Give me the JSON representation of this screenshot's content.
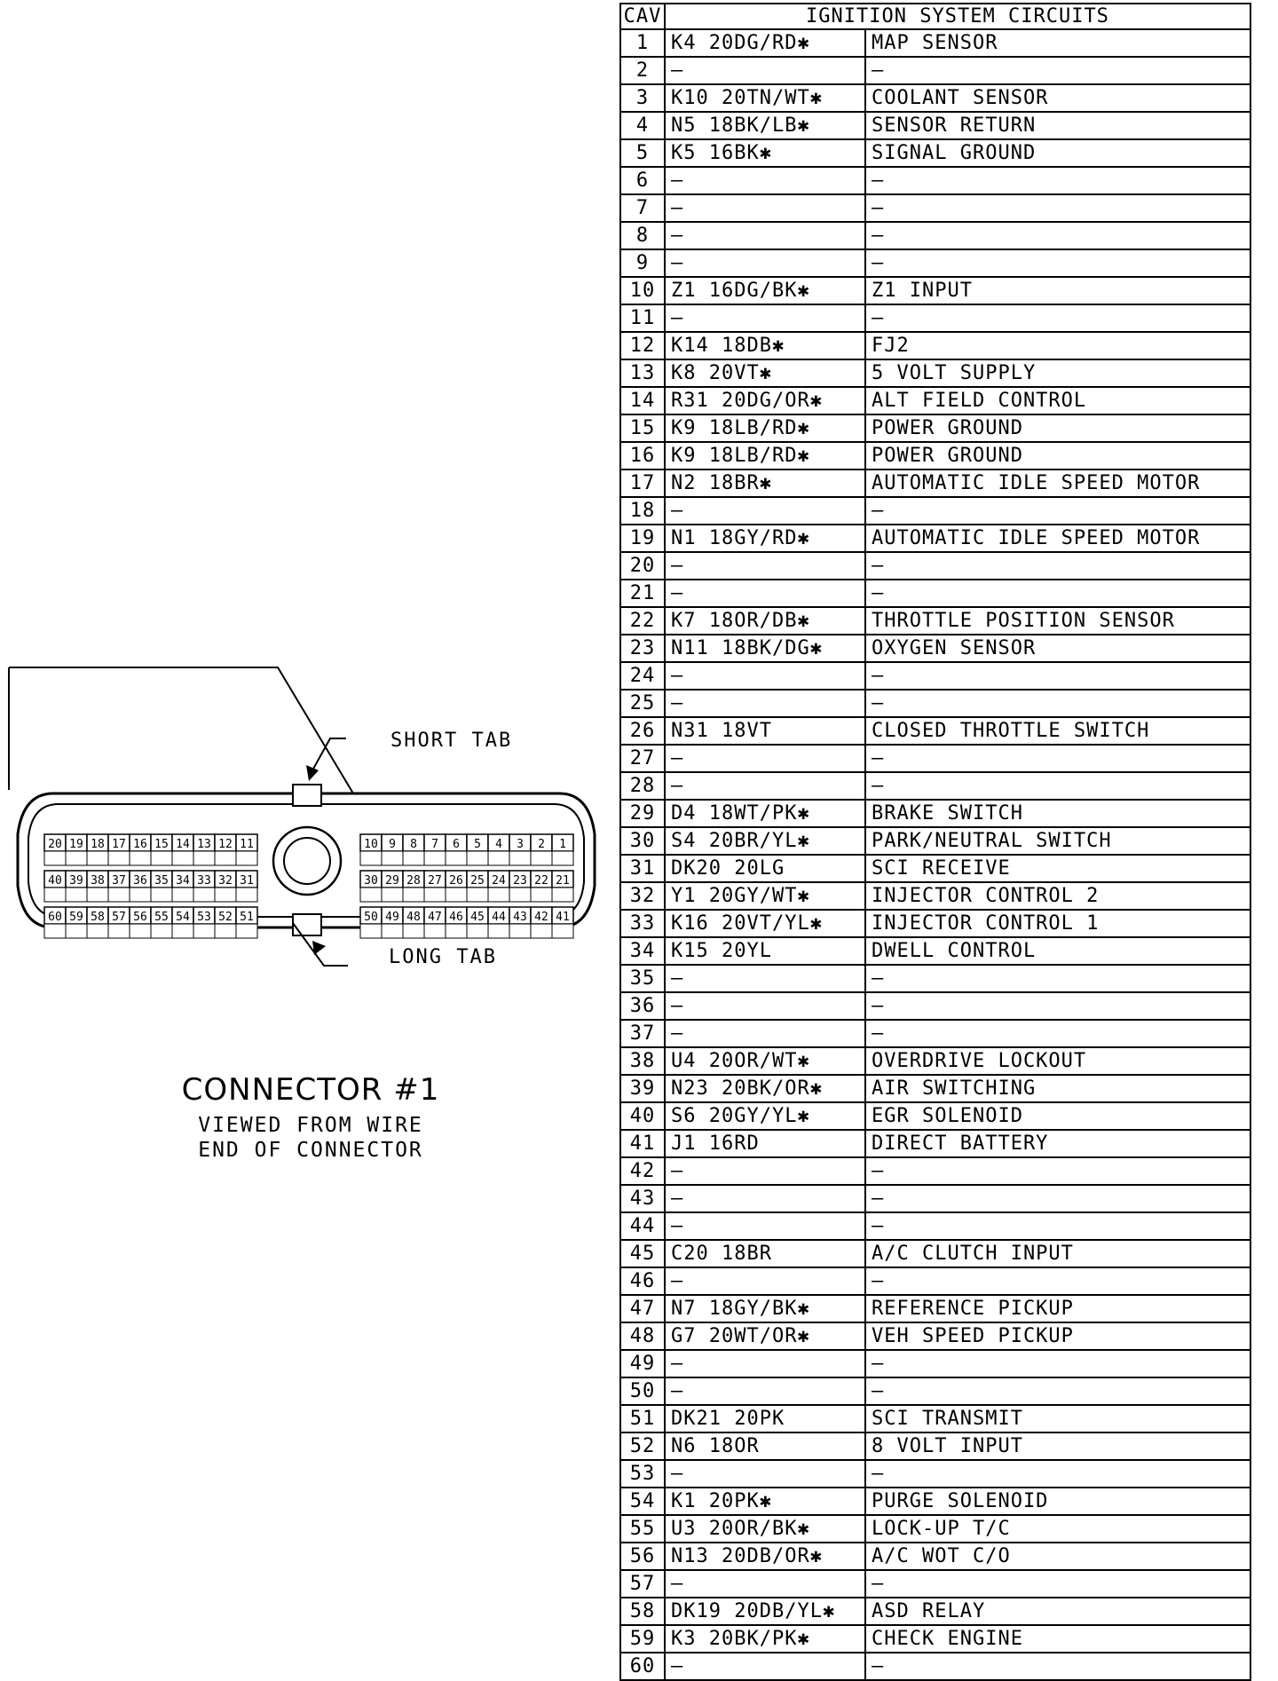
{
  "table": {
    "header_cav": "CAV",
    "header_title": "IGNITION SYSTEM CIRCUITS",
    "rows": [
      {
        "cav": "1",
        "wire": "K4 20DG/RD✱",
        "desc": "MAP SENSOR"
      },
      {
        "cav": "2",
        "wire": "—",
        "desc": "—"
      },
      {
        "cav": "3",
        "wire": "K10 20TN/WT✱",
        "desc": "COOLANT SENSOR"
      },
      {
        "cav": "4",
        "wire": "N5 18BK/LB✱",
        "desc": "SENSOR RETURN"
      },
      {
        "cav": "5",
        "wire": "K5 16BK✱",
        "desc": "SIGNAL GROUND"
      },
      {
        "cav": "6",
        "wire": "—",
        "desc": "—"
      },
      {
        "cav": "7",
        "wire": "—",
        "desc": "—"
      },
      {
        "cav": "8",
        "wire": "—",
        "desc": "—"
      },
      {
        "cav": "9",
        "wire": "—",
        "desc": "—"
      },
      {
        "cav": "10",
        "wire": "Z1 16DG/BK✱",
        "desc": "Z1 INPUT"
      },
      {
        "cav": "11",
        "wire": "—",
        "desc": "—"
      },
      {
        "cav": "12",
        "wire": "K14 18DB✱",
        "desc": "FJ2"
      },
      {
        "cav": "13",
        "wire": "K8 20VT✱",
        "desc": "5 VOLT SUPPLY"
      },
      {
        "cav": "14",
        "wire": "R31 20DG/OR✱",
        "desc": "ALT FIELD CONTROL"
      },
      {
        "cav": "15",
        "wire": "K9 18LB/RD✱",
        "desc": "POWER GROUND"
      },
      {
        "cav": "16",
        "wire": "K9 18LB/RD✱",
        "desc": "POWER GROUND"
      },
      {
        "cav": "17",
        "wire": "N2 18BR✱",
        "desc": "AUTOMATIC IDLE SPEED MOTOR"
      },
      {
        "cav": "18",
        "wire": "—",
        "desc": "—"
      },
      {
        "cav": "19",
        "wire": "N1 18GY/RD✱",
        "desc": "AUTOMATIC IDLE SPEED MOTOR"
      },
      {
        "cav": "20",
        "wire": "—",
        "desc": "—"
      },
      {
        "cav": "21",
        "wire": "—",
        "desc": "—"
      },
      {
        "cav": "22",
        "wire": "K7 18OR/DB✱",
        "desc": "THROTTLE POSITION SENSOR"
      },
      {
        "cav": "23",
        "wire": "N11 18BK/DG✱",
        "desc": "OXYGEN SENSOR"
      },
      {
        "cav": "24",
        "wire": "—",
        "desc": "—"
      },
      {
        "cav": "25",
        "wire": "—",
        "desc": "—"
      },
      {
        "cav": "26",
        "wire": "N31 18VT",
        "desc": "CLOSED THROTTLE SWITCH"
      },
      {
        "cav": "27",
        "wire": "—",
        "desc": "—"
      },
      {
        "cav": "28",
        "wire": "—",
        "desc": "—"
      },
      {
        "cav": "29",
        "wire": "D4 18WT/PK✱",
        "desc": "BRAKE SWITCH"
      },
      {
        "cav": "30",
        "wire": "S4 20BR/YL✱",
        "desc": "PARK/NEUTRAL SWITCH"
      },
      {
        "cav": "31",
        "wire": "DK20 20LG",
        "desc": "SCI RECEIVE"
      },
      {
        "cav": "32",
        "wire": "Y1 20GY/WT✱",
        "desc": "INJECTOR CONTROL 2"
      },
      {
        "cav": "33",
        "wire": "K16 20VT/YL✱",
        "desc": "INJECTOR CONTROL 1"
      },
      {
        "cav": "34",
        "wire": "K15 20YL",
        "desc": "DWELL CONTROL"
      },
      {
        "cav": "35",
        "wire": "—",
        "desc": "—"
      },
      {
        "cav": "36",
        "wire": "—",
        "desc": "—"
      },
      {
        "cav": "37",
        "wire": "—",
        "desc": "—"
      },
      {
        "cav": "38",
        "wire": "U4 20OR/WT✱",
        "desc": "OVERDRIVE LOCKOUT"
      },
      {
        "cav": "39",
        "wire": "N23 20BK/OR✱",
        "desc": "AIR SWITCHING"
      },
      {
        "cav": "40",
        "wire": "S6 20GY/YL✱",
        "desc": "EGR SOLENOID"
      },
      {
        "cav": "41",
        "wire": "J1 16RD",
        "desc": "DIRECT BATTERY"
      },
      {
        "cav": "42",
        "wire": "—",
        "desc": "—"
      },
      {
        "cav": "43",
        "wire": "—",
        "desc": "—"
      },
      {
        "cav": "44",
        "wire": "—",
        "desc": "—"
      },
      {
        "cav": "45",
        "wire": "C20 18BR",
        "desc": "A/C CLUTCH INPUT"
      },
      {
        "cav": "46",
        "wire": "—",
        "desc": "—"
      },
      {
        "cav": "47",
        "wire": "N7 18GY/BK✱",
        "desc": "REFERENCE PICKUP"
      },
      {
        "cav": "48",
        "wire": "G7 20WT/OR✱",
        "desc": "VEH SPEED PICKUP"
      },
      {
        "cav": "49",
        "wire": "—",
        "desc": "—"
      },
      {
        "cav": "50",
        "wire": "—",
        "desc": "—"
      },
      {
        "cav": "51",
        "wire": "DK21 20PK",
        "desc": "SCI TRANSMIT"
      },
      {
        "cav": "52",
        "wire": "N6 18OR",
        "desc": "8 VOLT INPUT"
      },
      {
        "cav": "53",
        "wire": "—",
        "desc": "—"
      },
      {
        "cav": "54",
        "wire": "K1 20PK✱",
        "desc": "PURGE SOLENOID"
      },
      {
        "cav": "55",
        "wire": "U3 20OR/BK✱",
        "desc": "LOCK-UP T/C"
      },
      {
        "cav": "56",
        "wire": "N13 20DB/OR✱",
        "desc": "A/C WOT C/O"
      },
      {
        "cav": "57",
        "wire": "—",
        "desc": "—"
      },
      {
        "cav": "58",
        "wire": "DK19 20DB/YL✱",
        "desc": "ASD RELAY"
      },
      {
        "cav": "59",
        "wire": "K3 20BK/PK✱",
        "desc": "CHECK ENGINE"
      },
      {
        "cav": "60",
        "wire": "—",
        "desc": "—"
      }
    ]
  },
  "connector": {
    "short_tab_label": "SHORT TAB",
    "long_tab_label": "LONG TAB",
    "title": "CONNECTOR #1",
    "subtitle_line1": "VIEWED FROM WIRE",
    "subtitle_line2": "END OF CONNECTOR",
    "left_rows": [
      [
        "20",
        "19",
        "18",
        "17",
        "16",
        "15",
        "14",
        "13",
        "12",
        "11"
      ],
      [
        "40",
        "39",
        "38",
        "37",
        "36",
        "35",
        "34",
        "33",
        "32",
        "31"
      ],
      [
        "60",
        "59",
        "58",
        "57",
        "56",
        "55",
        "54",
        "53",
        "52",
        "51"
      ]
    ],
    "right_rows": [
      [
        "10",
        "9",
        "8",
        "7",
        "6",
        "5",
        "4",
        "3",
        "2",
        "1"
      ],
      [
        "30",
        "29",
        "28",
        "27",
        "26",
        "25",
        "24",
        "23",
        "22",
        "21"
      ],
      [
        "50",
        "49",
        "48",
        "47",
        "46",
        "45",
        "44",
        "43",
        "42",
        "41"
      ]
    ]
  }
}
